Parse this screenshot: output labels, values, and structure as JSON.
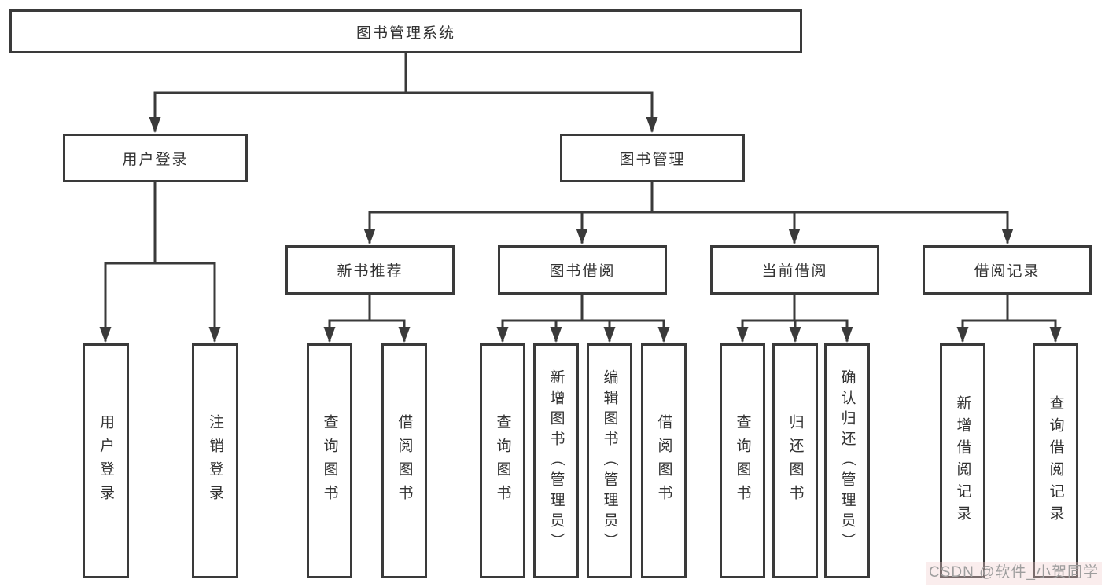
{
  "diagram": {
    "root": "图书管理系统",
    "level2": {
      "user_login": "用户登录",
      "book_mgmt": "图书管理"
    },
    "level3": {
      "new_book_rec": "新书推荐",
      "book_borrow": "图书借阅",
      "current_borrow": "当前借阅",
      "borrow_record": "借阅记录"
    },
    "leaves": {
      "user_login": "用户登录",
      "logout": "注销登录",
      "rec_query_book": "查询图书",
      "rec_borrow_book": "借阅图书",
      "bb_query_book": "查询图书",
      "bb_add_book": "新增图书（管理员）",
      "bb_edit_book": "编辑图书（管理员）",
      "bb_borrow_book": "借阅图书",
      "cb_query_book": "查询图书",
      "cb_return_book": "归还图书",
      "cb_confirm_return": "确认归还（管理员）",
      "br_add_record": "新增借阅记录",
      "br_query_record": "查询借阅记录"
    },
    "watermark": "CSDN @软件_小贺同学",
    "colors": {
      "line": "#3a3a3a",
      "box_border": "#3a3a3a",
      "text": "#333333",
      "watermark_text": "#9e9e9e",
      "background": "#ffffff"
    }
  }
}
